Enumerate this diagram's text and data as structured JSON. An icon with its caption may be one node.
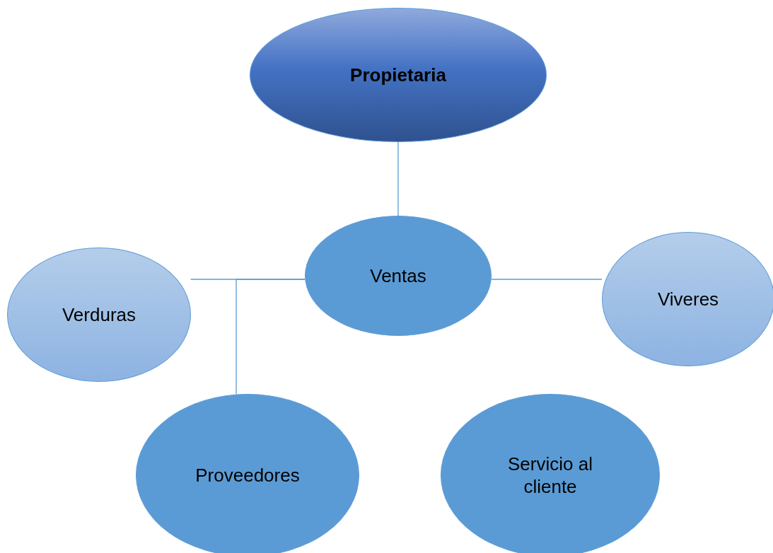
{
  "diagram": {
    "nodes": [
      {
        "text": [
          "Propietaria"
        ]
      },
      {
        "text": [
          "Verduras"
        ]
      },
      {
        "text": [
          "Ventas"
        ]
      },
      {
        "text": [
          "Viveres"
        ]
      },
      {
        "text": [
          "Proveedores"
        ]
      },
      {
        "text": [
          "Servicio al cliente"
        ]
      }
    ],
    "edges": [
      {
        "from": 0,
        "to": 2,
        "arrow": "none"
      },
      {
        "from": 2,
        "to": 1,
        "arrow": "none"
      },
      {
        "from": 2,
        "to": 4,
        "arrow": "none"
      },
      {
        "from": 2,
        "to": 3,
        "arrow": "none"
      }
    ]
  }
}
